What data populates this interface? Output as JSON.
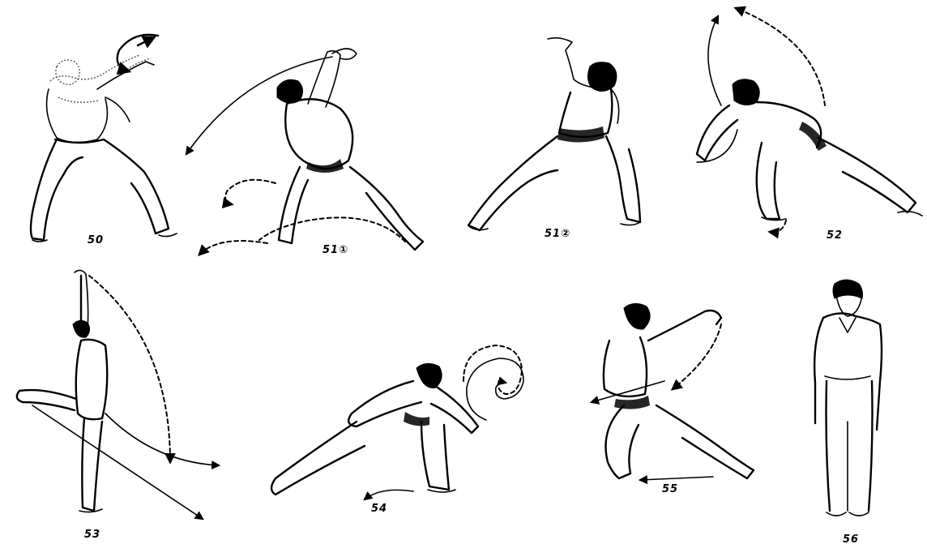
{
  "figures": [
    {
      "id": "50",
      "caption": "50"
    },
    {
      "id": "51a",
      "caption": "51①"
    },
    {
      "id": "51b",
      "caption": "51②"
    },
    {
      "id": "52",
      "caption": "52"
    },
    {
      "id": "53",
      "caption": "53"
    },
    {
      "id": "54",
      "caption": "54"
    },
    {
      "id": "55",
      "caption": "55"
    },
    {
      "id": "56",
      "caption": "56"
    }
  ]
}
